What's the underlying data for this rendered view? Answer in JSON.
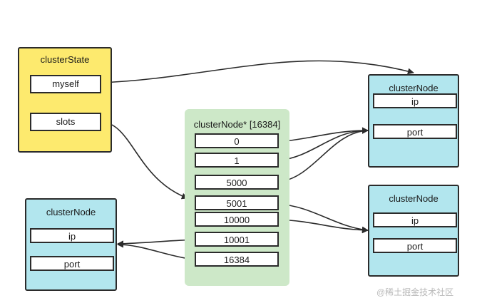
{
  "cluster_state": {
    "title": "clusterState",
    "fields": [
      "myself",
      "slots"
    ]
  },
  "slots_array": {
    "title": "clusterNode* [16384]",
    "slots": [
      "0",
      "1",
      "5000",
      "5001",
      "10000",
      "10001",
      "16384"
    ]
  },
  "node_right_top": {
    "title": "clusterNode",
    "fields": [
      "ip",
      "port"
    ]
  },
  "node_right_bottom": {
    "title": "clusterNode",
    "fields": [
      "ip",
      "port"
    ]
  },
  "node_left": {
    "title": "clusterNode",
    "fields": [
      "ip",
      "port"
    ]
  },
  "watermark": "@稀土掘金技术社区",
  "colors": {
    "cluster_state_fill": "#fdea6e",
    "slots_array_fill": "#cde8c8",
    "node_fill": "#b2e6ee",
    "stroke": "#2b2b2b"
  }
}
